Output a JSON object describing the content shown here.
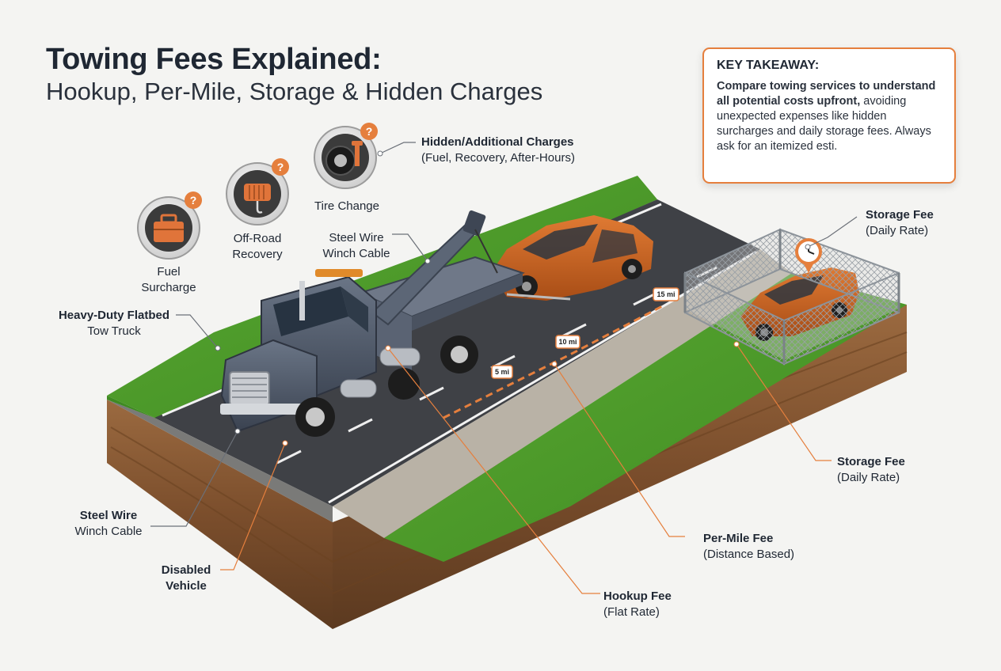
{
  "header": {
    "title": "Towing Fees Explained:",
    "subtitle": "Hookup, Per-Mile, Storage & Hidden Charges"
  },
  "takeaway": {
    "heading": "KEY TAKEAWAY:",
    "bold": "Compare towing services to understand all potential costs upfront,",
    "rest": "avoiding unexpected expenses like hidden surcharges and daily storage fees. Always ask for an itemized esti."
  },
  "icons": {
    "fuel": {
      "line1": "Fuel",
      "line2": "Surcharge",
      "icon": "toolbox-icon"
    },
    "offroad": {
      "line1": "Off-Road",
      "line2": "Recovery",
      "icon": "winch-icon"
    },
    "tire": {
      "line1": "Tire Change",
      "icon": "tire-icon"
    },
    "badge": "?"
  },
  "labels": {
    "hidden": {
      "bold": "Hidden/Additional Charges",
      "sub": "(Fuel, Recovery, After-Hours)"
    },
    "storage_top": {
      "bold": "Storage Fee",
      "sub": "(Daily Rate)"
    },
    "winch_top": {
      "line1": "Steel Wire",
      "line2": "Winch Cable"
    },
    "truck": {
      "bold": "Heavy-Duty Flatbed",
      "sub": "Tow Truck"
    },
    "winch_bottom": {
      "bold": "Steel Wire",
      "sub": "Winch Cable"
    },
    "disabled": {
      "line1": "Disabled",
      "line2": "Vehicle"
    },
    "storage_mid": {
      "bold": "Storage Fee",
      "sub": "(Daily Rate)"
    },
    "permile": {
      "bold": "Per-Mile Fee",
      "sub": "(Distance Based)"
    },
    "hookup": {
      "bold": "Hookup Fee",
      "sub": "(Flat Rate)"
    }
  },
  "mile_markers": [
    "5 mi",
    "10 mi",
    "15 mi"
  ],
  "colors": {
    "accent": "#e57f3d",
    "grass": "#4f9b2c",
    "road": "#3f4146",
    "soil": "#8a5a35",
    "truck": "#4b5566",
    "car": "#c9621f"
  }
}
